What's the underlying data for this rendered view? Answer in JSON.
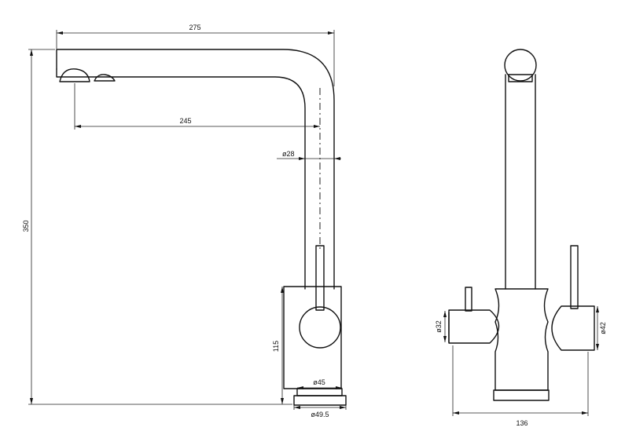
{
  "side_view": {
    "dim_overall_reach": "275",
    "dim_spout_reach": "245",
    "dim_spout_diameter": "ø28",
    "dim_total_height": "350",
    "dim_body_height": "115",
    "dim_body_diameter": "ø45",
    "dim_base_diameter": "ø49.5"
  },
  "front_view": {
    "dim_left_handle_diameter": "ø32",
    "dim_right_handle_diameter": "ø42",
    "dim_overall_width": "136"
  }
}
